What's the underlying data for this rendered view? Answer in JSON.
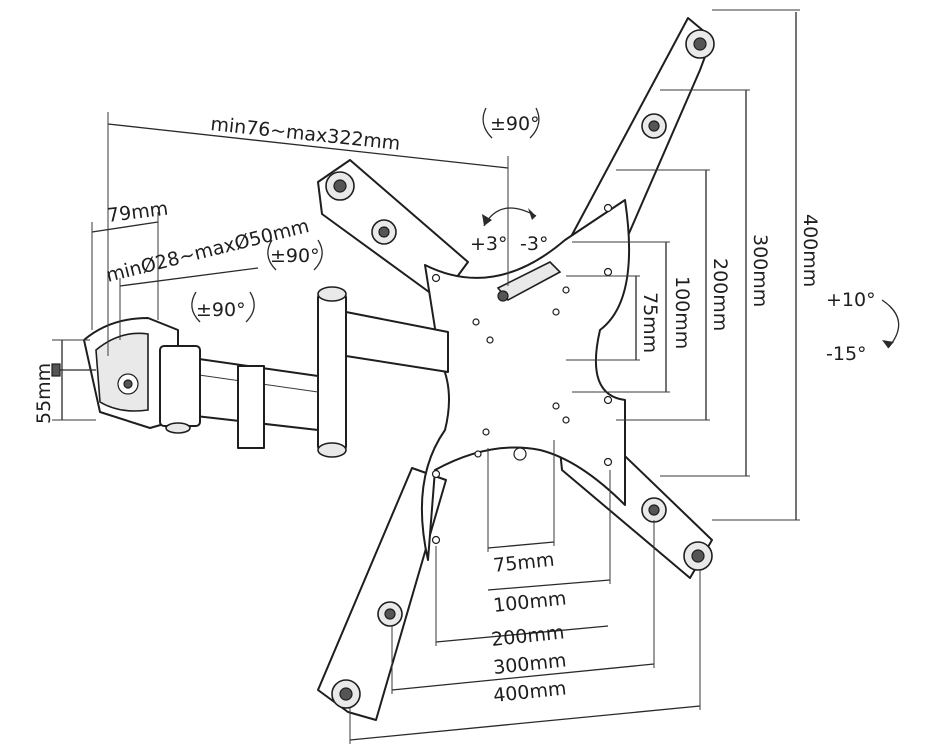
{
  "labels": {
    "arm_extension": "min76~max322mm",
    "pole_height": "79mm",
    "pole_diameter": "minØ28~maxØ50mm",
    "clamp_height": "55mm",
    "swivel_top": "±90°",
    "swivel_mid": "±90°",
    "swivel_low": "±90°",
    "rotate_plus": "+3°",
    "rotate_minus": "-3°",
    "tilt_plus": "+10°",
    "tilt_minus": "-15°",
    "vesa_v_75": "75mm",
    "vesa_v_100": "100mm",
    "vesa_v_200": "200mm",
    "vesa_v_300": "300mm",
    "vesa_v_400": "400mm",
    "vesa_h_75": "75mm",
    "vesa_h_100": "100mm",
    "vesa_h_200": "200mm",
    "vesa_h_300": "300mm",
    "vesa_h_400": "400mm"
  }
}
